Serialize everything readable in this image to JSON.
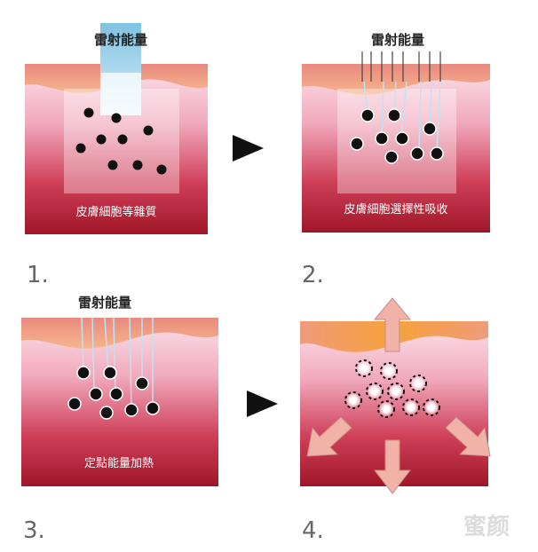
{
  "panels": [
    {
      "step": "1.",
      "energy_label": "雷射能量",
      "caption": "皮膚細胞等雜質"
    },
    {
      "step": "2.",
      "energy_label": "雷射能量",
      "caption": "皮膚細胞選擇性吸收"
    },
    {
      "step": "3.",
      "energy_label": "雷射能量",
      "caption": "定點能量加熱"
    },
    {
      "step": "4.",
      "energy_label": "",
      "caption": ""
    }
  ],
  "watermark": "蜜颜",
  "colors": {
    "top_band": "#f3a27d",
    "skin_pink": "#f4c2cf",
    "skin_deep": "#c8304a",
    "skin_dark": "#a3162a",
    "laser_blue": "#9fd2ea",
    "particle": "#111111",
    "arrow_fill": "#f1b3a8"
  },
  "icons": [
    "play-arrow-icon",
    "arrow-up-icon",
    "arrow-down-icon",
    "arrow-left-down-icon",
    "arrow-right-down-icon"
  ]
}
